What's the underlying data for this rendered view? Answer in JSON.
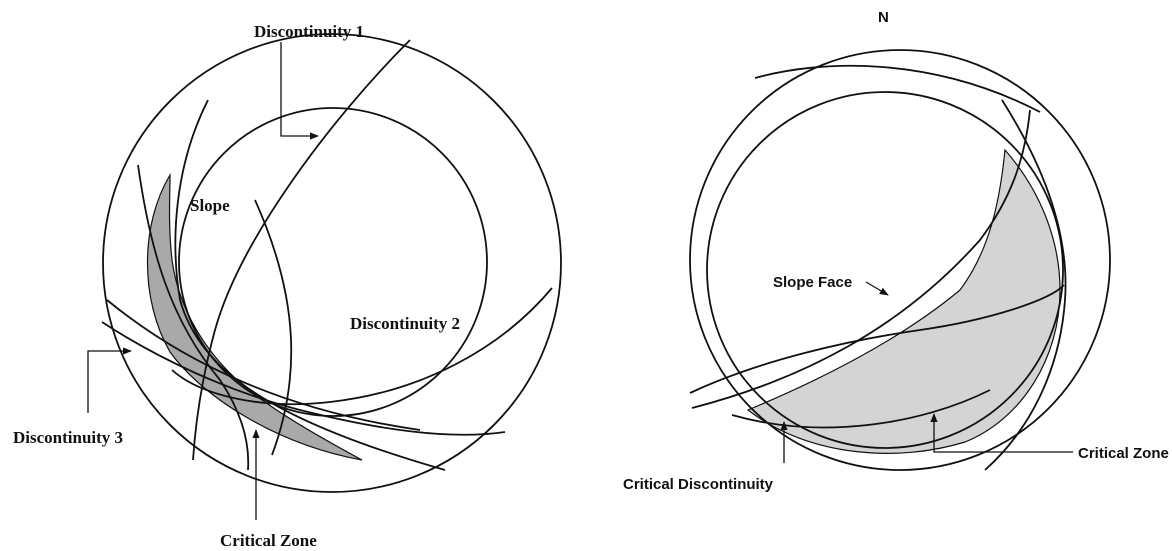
{
  "left_diagram": {
    "labels": {
      "discontinuity_1": "Discontinuity 1",
      "discontinuity_2": "Discontinuity 2",
      "discontinuity_3": "Discontinuity 3",
      "slope": "Slope",
      "critical_zone": "Critical Zone"
    },
    "zone_color": "#a9a9a9"
  },
  "right_diagram": {
    "labels": {
      "north": "N",
      "slope_face": "Slope Face",
      "critical_zone": "Critical Zone",
      "critical_discontinuity": "Critical Discontinuity"
    },
    "zone_color": "#d4d4d4"
  },
  "line_color": "#111111"
}
